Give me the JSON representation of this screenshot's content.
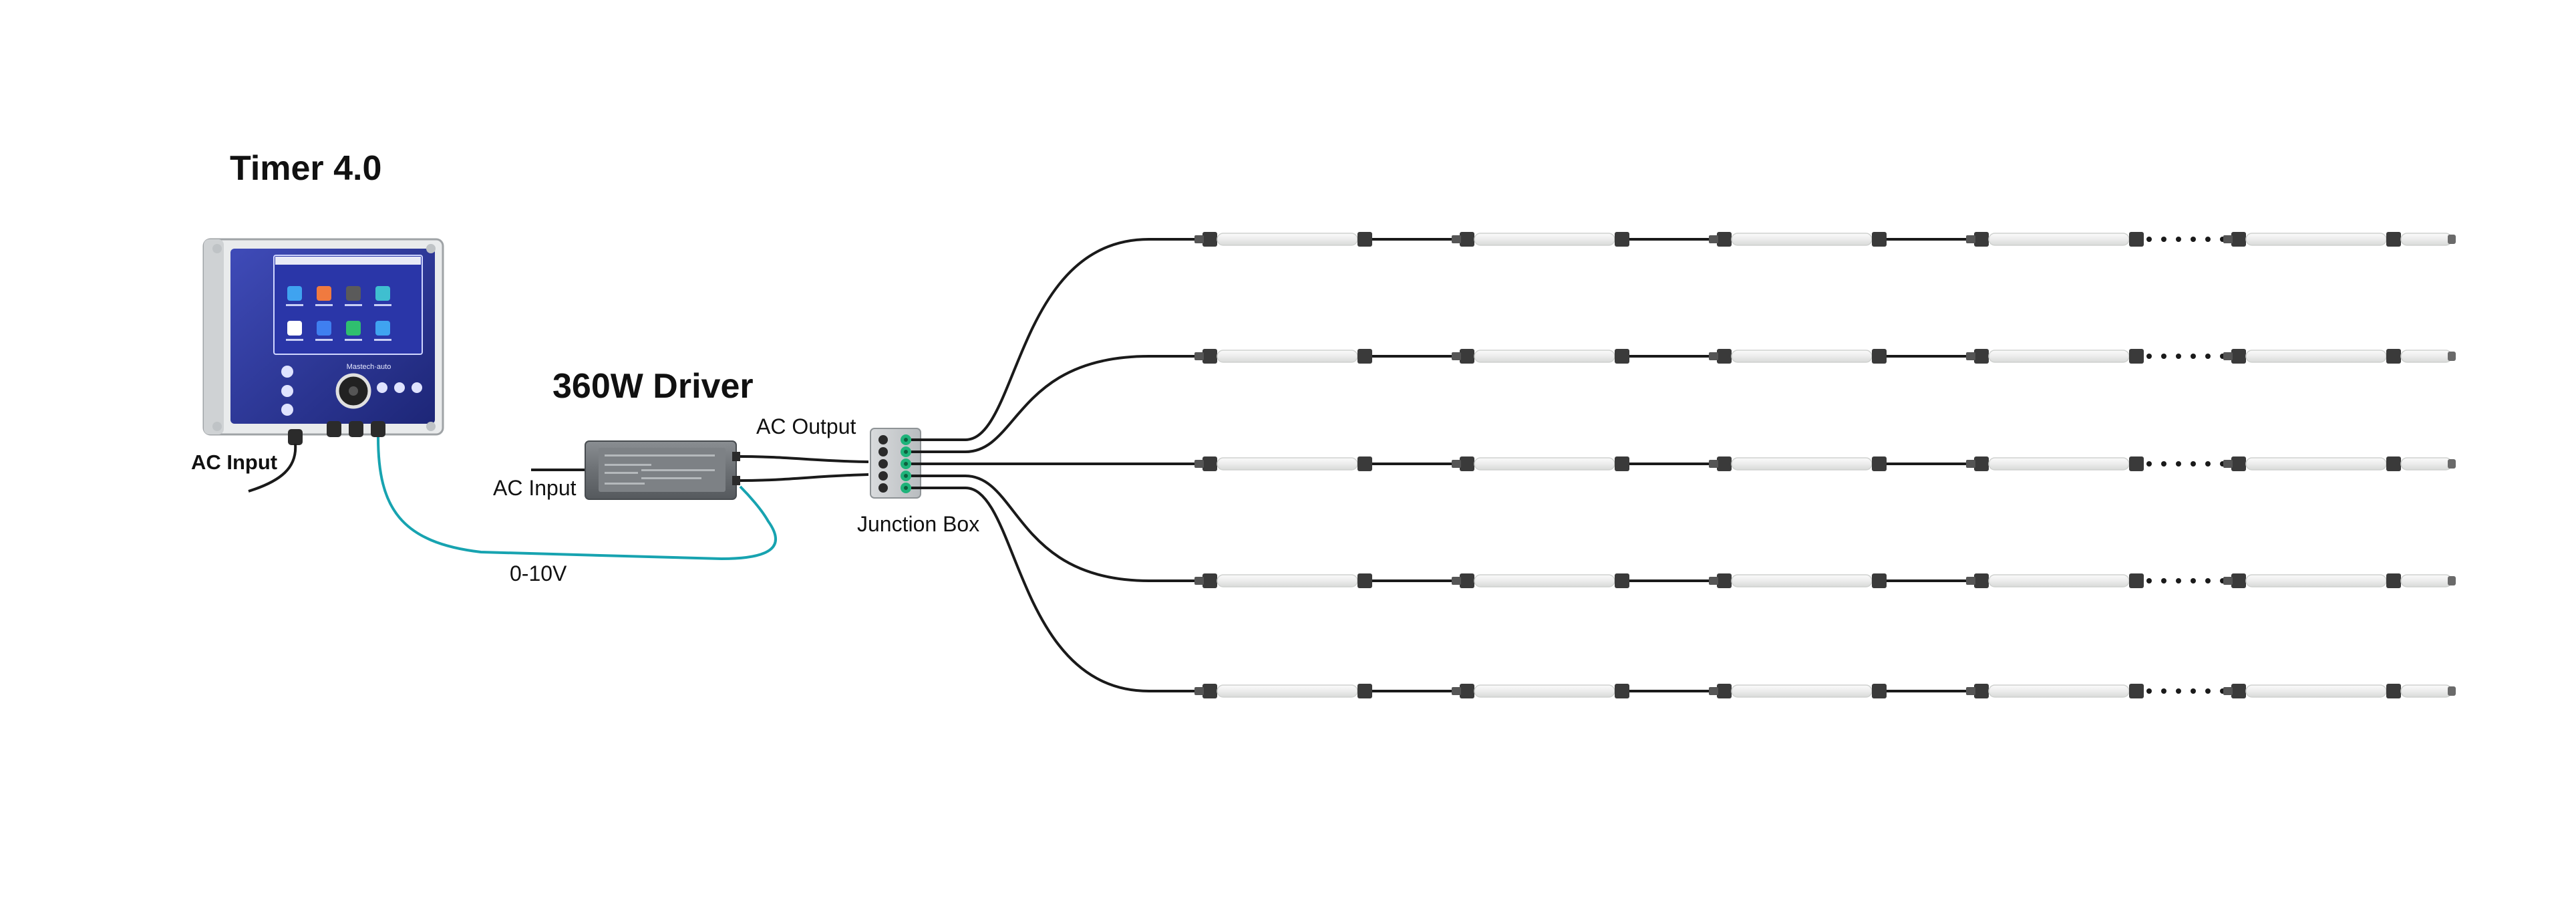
{
  "labels": {
    "timer_title": "Timer 4.0",
    "driver_title": "360W Driver",
    "timer_ac_input": "AC Input",
    "driver_ac_input": "AC Input",
    "ac_output": "AC Output",
    "junction_box": "Junction Box",
    "dimming": "0-10V"
  },
  "timer_screen": {
    "brand": "Mastech·auto",
    "icon_count": 8
  },
  "colors": {
    "dimming_cable": "#17a3b0",
    "cable": "#1a1a1a",
    "timer_panel": "#2e3a9c",
    "driver_body": "#6e7276",
    "junction_box": "#c9ccce",
    "junction_terminal": "#1fb37a",
    "led_tube": "#f1f2f1",
    "connector": "#3a3a3a"
  },
  "led_runs": {
    "count": 5,
    "segments_per_run": 5
  }
}
